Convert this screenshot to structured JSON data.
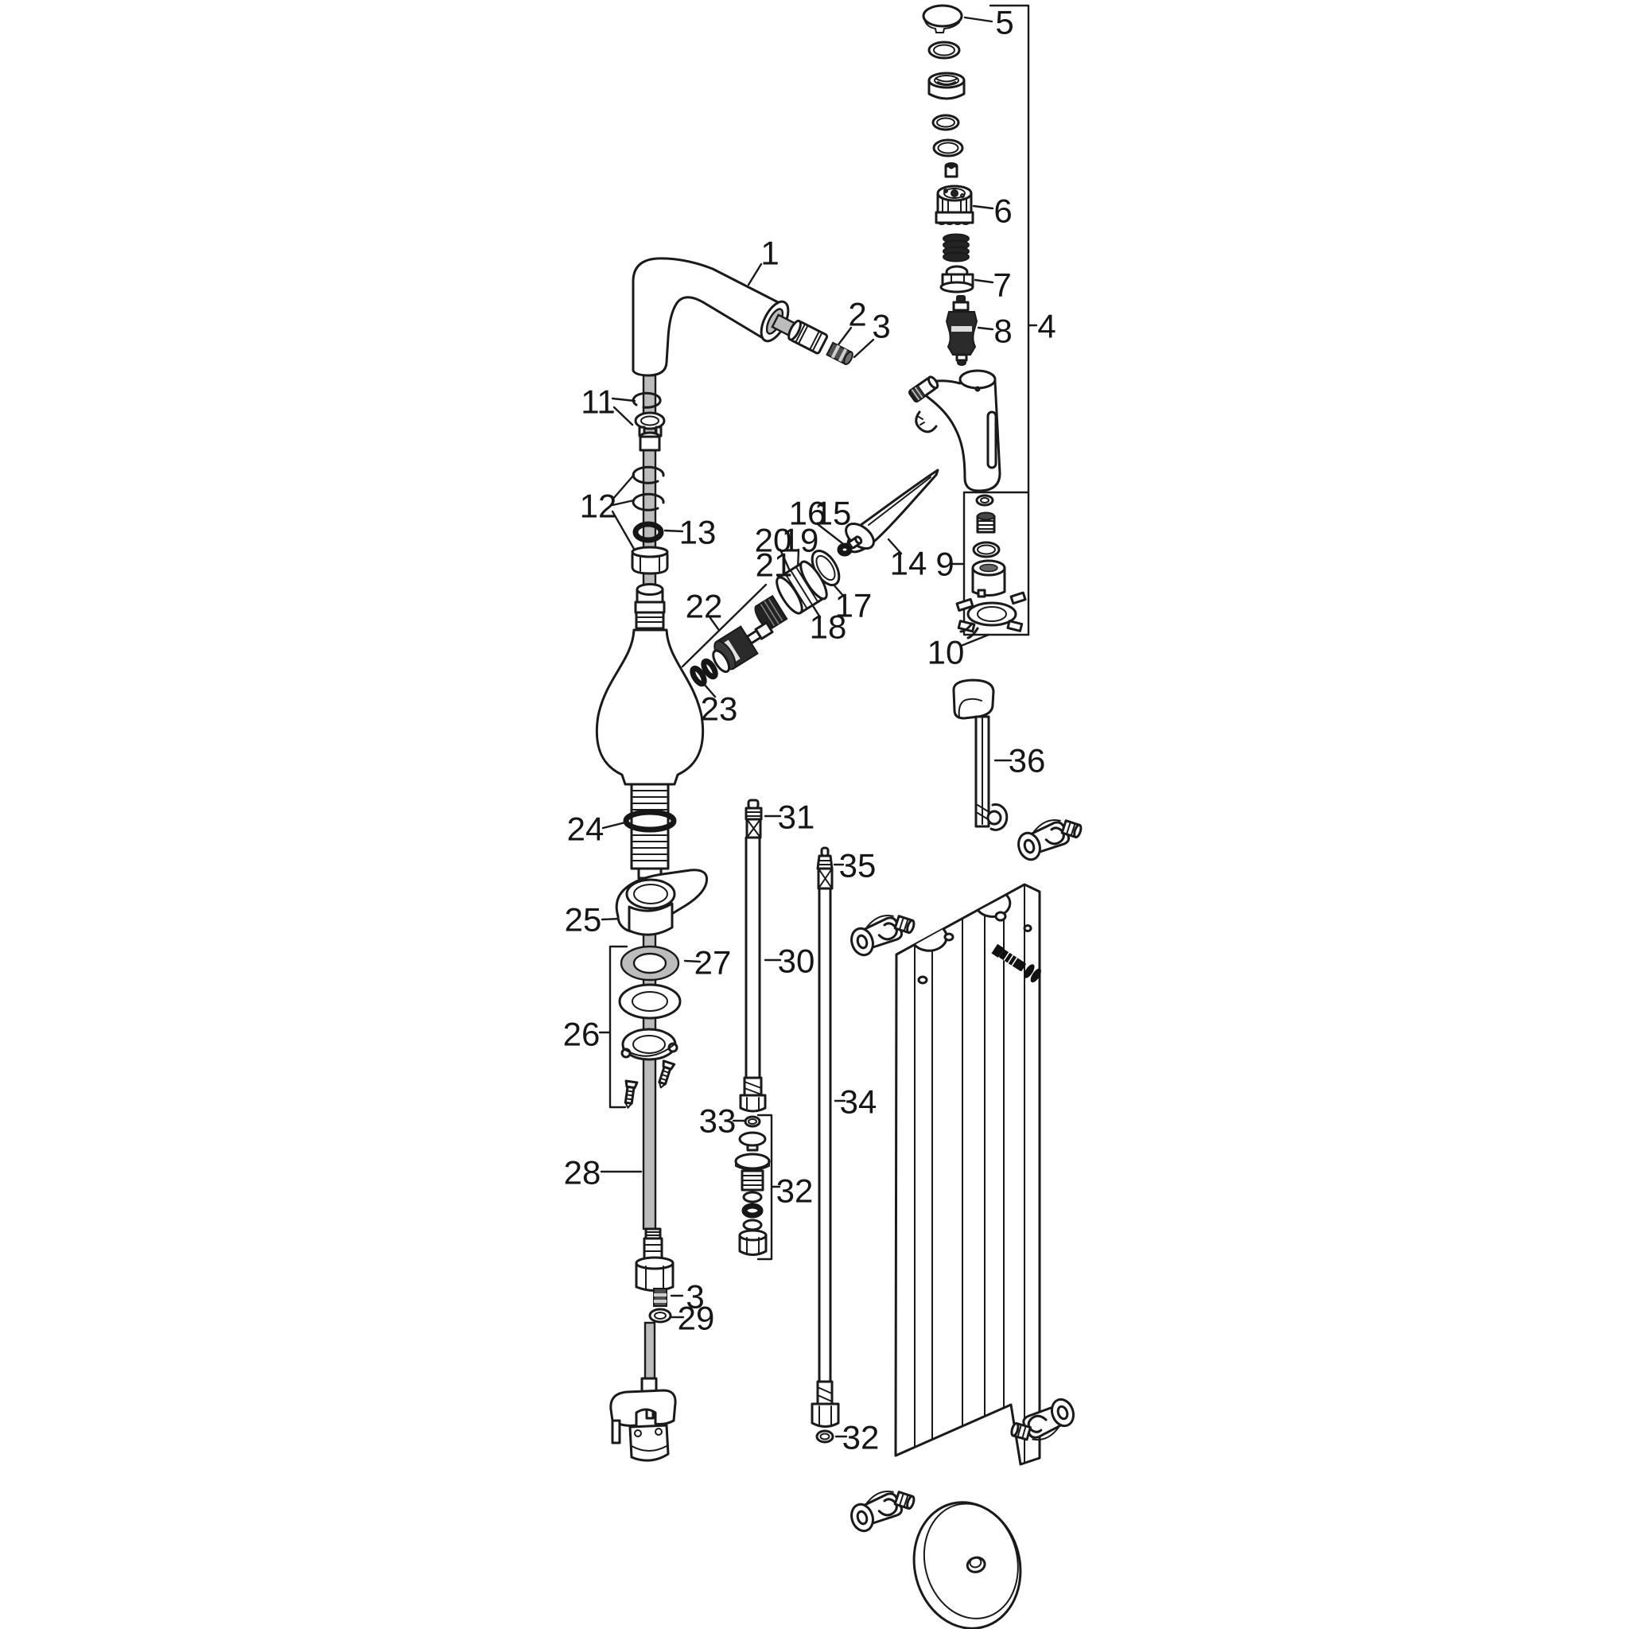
{
  "meta": {
    "type": "exploded-parts-diagram",
    "subject": "single-lever kitchen mixer faucet with pull-out spray, hoses and mounting hardware",
    "background_color": "#ffffff",
    "line_color": "#1a1a1a",
    "hose_gray": "#bcbcbc",
    "dark_part_color": "#232323"
  },
  "labels": {
    "n1": "1",
    "n2": "2",
    "n3_top": "3",
    "n4": "4",
    "n5": "5",
    "n6": "6",
    "n7": "7",
    "n8": "8",
    "n9": "9",
    "n10": "10",
    "n11": "11",
    "n12": "12",
    "n13": "13",
    "n14": "14",
    "n15": "15",
    "n16": "16",
    "n17": "17",
    "n18": "18",
    "n19": "19",
    "n20": "20",
    "n21": "21",
    "n22": "22",
    "n23": "23",
    "n24": "24",
    "n25": "25",
    "n26": "26",
    "n27": "27",
    "n28": "28",
    "n29": "29",
    "n30": "30",
    "n31": "31",
    "n32_mid": "32",
    "n33": "33",
    "n34": "34",
    "n35": "35",
    "n36": "36",
    "n3_bottom": "3",
    "n32_bottom": "32"
  }
}
